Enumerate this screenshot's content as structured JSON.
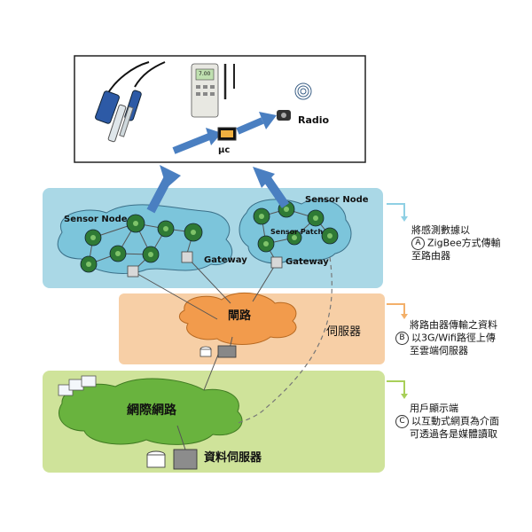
{
  "top_panel": {
    "mu_label": "μc",
    "radio_label": "Radio",
    "meter_readout": "7.00"
  },
  "sensor_band": {
    "sensor_node_left": "Sensor Node",
    "sensor_node_right": "Sensor Node",
    "sensor_patch": "Sensor Patch",
    "gateway_left": "Gateway",
    "gateway_right": "Gateway"
  },
  "server_band": {
    "router_label": "閘路",
    "server_label": "伺服器"
  },
  "internet_band": {
    "internet_label": "網際網路",
    "data_server_label": "資料伺服器"
  },
  "notes": [
    {
      "marker": "A",
      "lines": [
        "將感測數據以",
        "ZigBee方式傳輸",
        "至路由器"
      ]
    },
    {
      "marker": "B",
      "lines": [
        "將路由器傳輸之資料",
        "以3G/Wifi路徑上傳",
        "至雲端伺服器"
      ]
    },
    {
      "marker": "C",
      "lines": [
        "用戶顯示端",
        "以互動式網頁為介面",
        "可透過各是媒體讀取"
      ]
    }
  ],
  "colors": {
    "sensor_band": "#aad8e6",
    "server_band": "#f7cfa6",
    "internet_band": "#cfe39a",
    "arrow_blue": "#4a7fc1",
    "arrow_note": "#8fd0e4",
    "arrow_note2": "#f3b06a",
    "arrow_note3": "#a8cf59",
    "cloud_sensor": "#7cc5db",
    "cloud_router": "#f29b4c",
    "cloud_internet": "#69b33e"
  }
}
